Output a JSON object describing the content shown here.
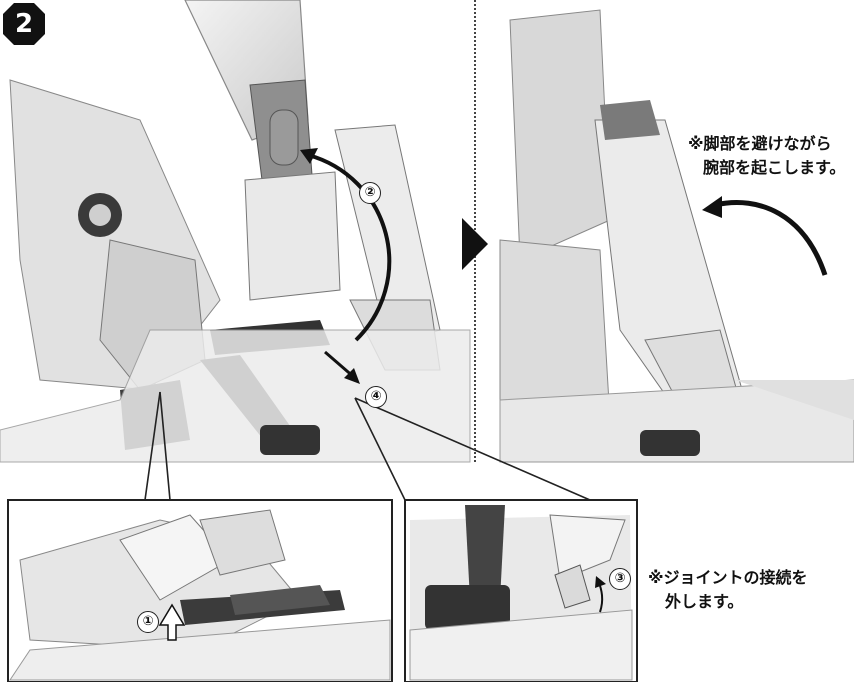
{
  "step": {
    "number": "2"
  },
  "callouts": {
    "c1": "①",
    "c2": "②",
    "c3": "③",
    "c4": "④"
  },
  "notes": {
    "right_line1": "※脚部を避けながら",
    "right_line2": "腕部を起こします。",
    "joint_line1": "※ジョイントの接続を",
    "joint_line2": "外します。"
  }
}
